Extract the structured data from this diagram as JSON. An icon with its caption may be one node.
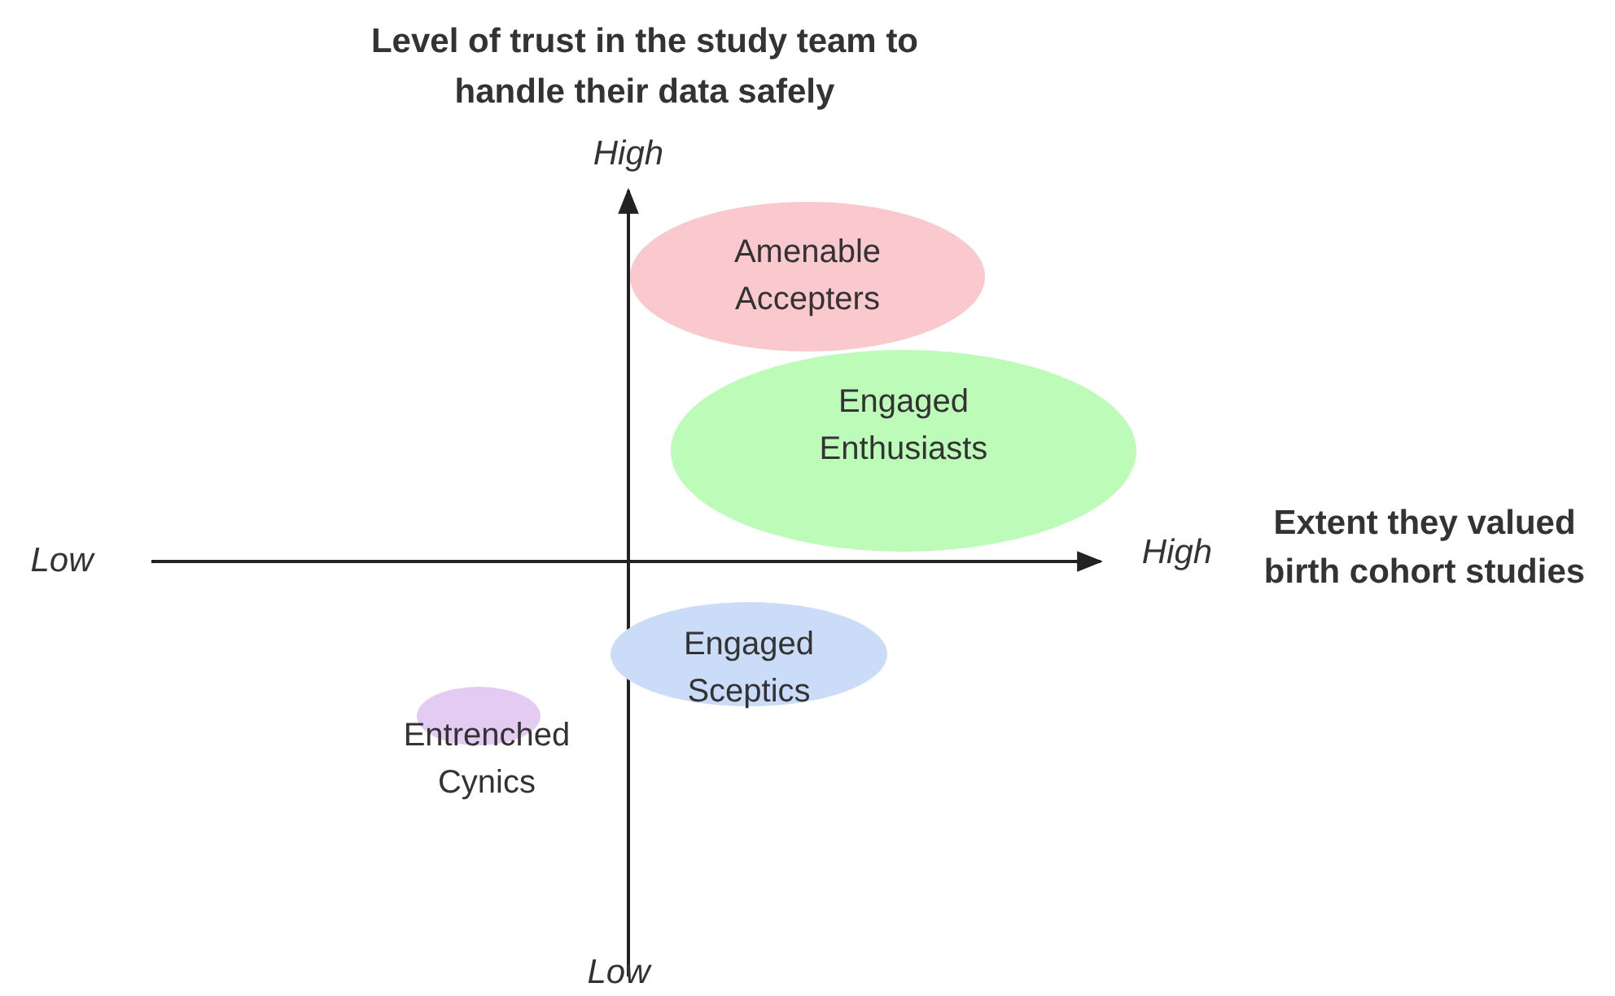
{
  "diagram": {
    "title": "Level of trust in the study team to handle their data safely",
    "nodes": [
      {
        "text": [
          "Amenable Accepters"
        ]
      },
      {
        "text": [
          "Engaged Enthusiasts"
        ]
      },
      {
        "text": [
          "Engaged Sceptics"
        ]
      },
      {
        "text": [
          "Entrenched Cynics"
        ]
      }
    ],
    "labels": [
      "High",
      "Low",
      "High",
      "Extent they valued birth cohort studies",
      "Low"
    ]
  }
}
